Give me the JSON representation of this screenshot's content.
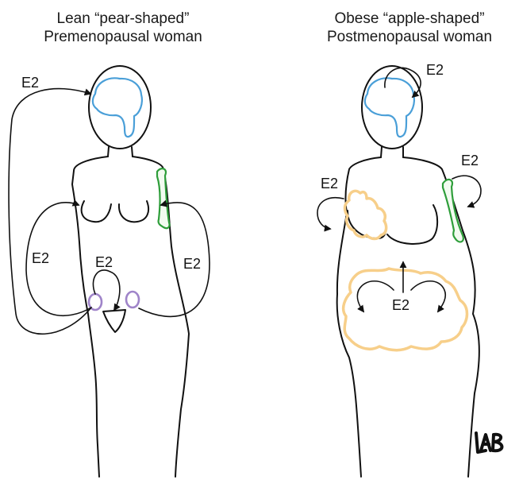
{
  "panels": {
    "left": {
      "title_line1": "Lean “pear-shaped”",
      "title_line2": "Premenopausal woman"
    },
    "right": {
      "title_line1": "Obese “apple-shaped”",
      "title_line2": "Postmenopausal woman"
    }
  },
  "labels": {
    "left_brain": "E2",
    "left_side_left": "E2",
    "left_side_right": "E2",
    "left_ovaries": "E2",
    "right_brain": "E2",
    "right_breast": "E2",
    "right_bone": "E2",
    "right_abdomen": "E2"
  },
  "signature": "LAB",
  "colors": {
    "brain": "#4a9fd8",
    "bone": "#2e9e3a",
    "bone_fill": "#f2fbf0",
    "fat": "#f7cf8a",
    "ovary": "#9f84c9",
    "outline": "#111111"
  }
}
